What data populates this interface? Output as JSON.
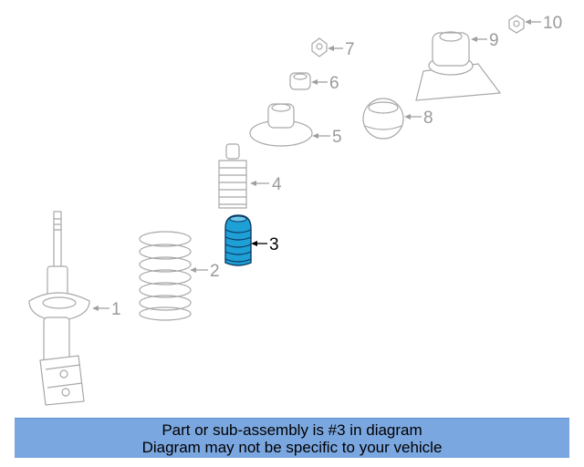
{
  "parts": [
    {
      "number": "1"
    },
    {
      "number": "2"
    },
    {
      "number": "3",
      "highlighted": true
    },
    {
      "number": "4"
    },
    {
      "number": "5"
    },
    {
      "number": "6"
    },
    {
      "number": "7"
    },
    {
      "number": "8"
    },
    {
      "number": "9"
    },
    {
      "number": "10"
    }
  ],
  "colors": {
    "line_art": "#a8a8a8",
    "highlight_part": "#1e9fd6",
    "footer_background": "#7ba7e0"
  },
  "footer": {
    "line1": "Part or sub-assembly is #3 in diagram",
    "line2": "Diagram may not be specific to your vehicle"
  }
}
